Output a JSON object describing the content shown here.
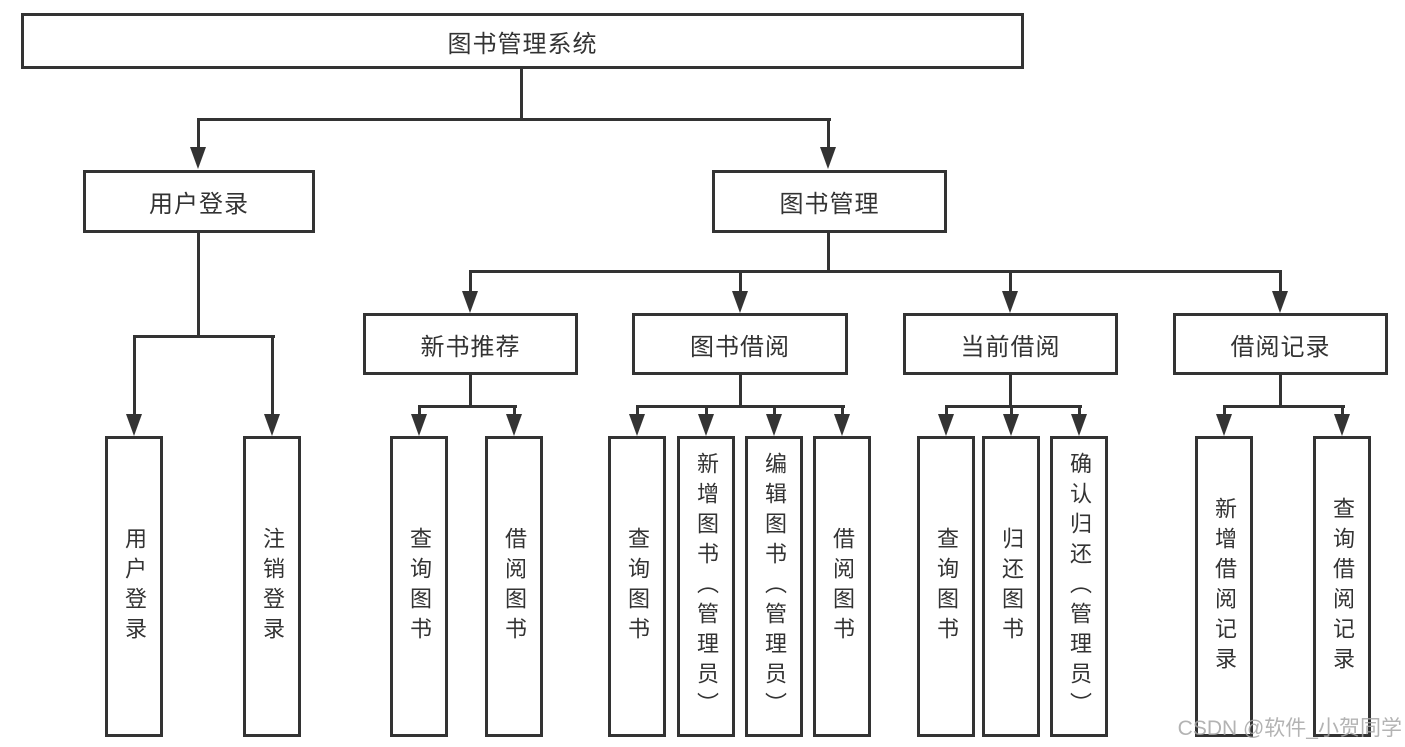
{
  "diagram": {
    "root": "图书管理系统",
    "level2": {
      "user_login": "用户登录",
      "book_management": "图书管理"
    },
    "level3": {
      "new_book_recommend": "新书推荐",
      "book_borrowing": "图书借阅",
      "current_borrowing": "当前借阅",
      "borrowing_records": "借阅记录"
    },
    "leaves": {
      "login": "用户登录",
      "logout": "注销登录",
      "nb_query_books": "查询图书",
      "nb_borrow_books": "借阅图书",
      "bb_query_books": "查询图书",
      "bb_add_books": "新增图书（管理员）",
      "bb_edit_books": "编辑图书（管理员）",
      "bb_borrow_books": "借阅图书",
      "cb_query_books": "查询图书",
      "cb_return_books": "归还图书",
      "cb_confirm_return": "确认归还（管理员）",
      "br_add_record": "新增借阅记录",
      "br_query_record": "查询借阅记录"
    }
  },
  "watermark": "CSDN @软件_小贺同学",
  "colors": {
    "line": "#333333",
    "text": "#333333",
    "watermark": "#a6a6a6",
    "background": "#ffffff"
  }
}
